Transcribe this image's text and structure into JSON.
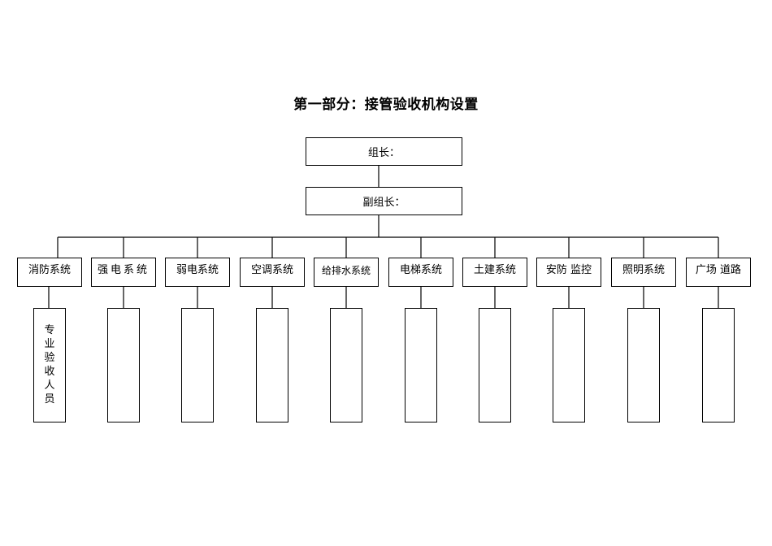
{
  "title": "第一部分：接管验收机构设置",
  "leader": "组长：",
  "deputy": "副组长：",
  "systems": [
    {
      "label": "消防系统",
      "staff": "专\n业\n验\n收\n人\n员"
    },
    {
      "label": "强电系统",
      "staff": ""
    },
    {
      "label": "弱电系统",
      "staff": ""
    },
    {
      "label": "空调系统",
      "staff": ""
    },
    {
      "label": "给排水系统",
      "staff": ""
    },
    {
      "label": "电梯系统",
      "staff": ""
    },
    {
      "label": "土建系统",
      "staff": ""
    },
    {
      "label": "安防 监控",
      "staff": ""
    },
    {
      "label": "照明系统",
      "staff": ""
    },
    {
      "label": "广场 道路",
      "staff": ""
    }
  ]
}
